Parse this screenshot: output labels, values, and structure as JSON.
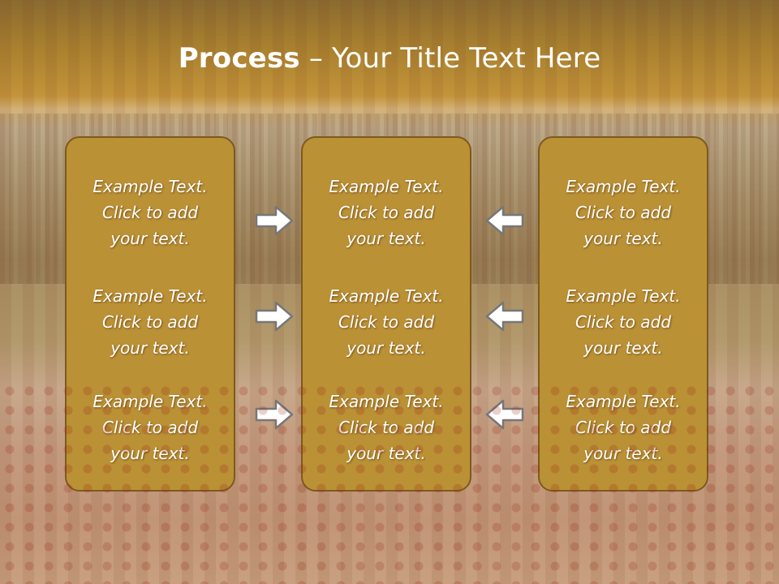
{
  "title": {
    "bold": "Process",
    "rest": " – Your Title Text Here"
  },
  "columns": [
    {
      "items": [
        {
          "line1": "Example Text.",
          "line2": "Click  to add",
          "line3": "your text."
        },
        {
          "line1": "Example Text.",
          "line2": "Click  to add",
          "line3": "your text."
        },
        {
          "line1": "Example Text.",
          "line2": "Click  to add",
          "line3": "your text."
        }
      ]
    },
    {
      "items": [
        {
          "line1": "Example Text.",
          "line2": "Click  to add",
          "line3": "your text."
        },
        {
          "line1": "Example Text.",
          "line2": "Click  to add",
          "line3": "your text."
        },
        {
          "line1": "Example Text.",
          "line2": "Click  to add",
          "line3": "your text."
        }
      ]
    },
    {
      "items": [
        {
          "line1": "Example Text.",
          "line2": "Click  to add",
          "line3": "your text."
        },
        {
          "line1": "Example Text.",
          "line2": "Click  to add",
          "line3": "your text."
        },
        {
          "line1": "Example Text.",
          "line2": "Click  to add",
          "line3": "your text."
        }
      ]
    }
  ],
  "arrows": [
    {
      "direction": "right-arrow-icon"
    },
    {
      "direction": "left-arrow-icon"
    }
  ],
  "colors": {
    "box_fill": "#bb9136",
    "box_border": "#7c5a1e",
    "arrow_fill": "#ffffff",
    "arrow_stroke": "#777777"
  }
}
